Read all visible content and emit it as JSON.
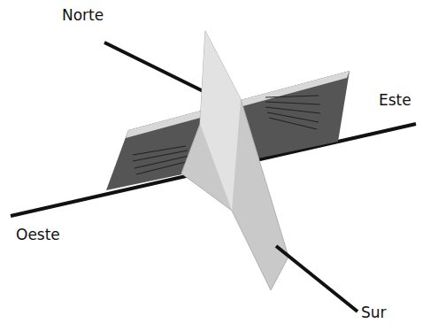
{
  "diagram": {
    "labels": [
      "Norte",
      "Este",
      "Oeste",
      "Sur"
    ]
  }
}
